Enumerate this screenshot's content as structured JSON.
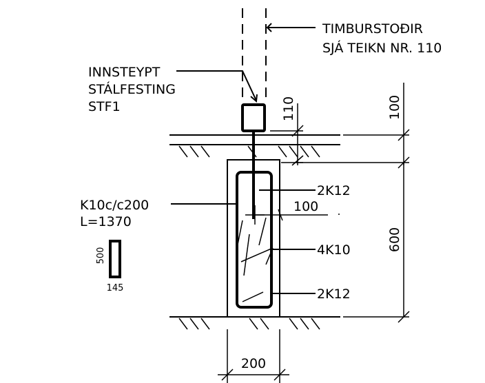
{
  "labels": {
    "post_line1": "TIMBURSTOÐIR",
    "post_line2": "SJÁ TEIKN NR. 110",
    "fixing_line1": "INNSTEYPT",
    "fixing_line2": "STÁLFESTING",
    "fixing_line3": "STF1",
    "stirrup_line1": "K10c/c200",
    "stirrup_line2": "L=1370",
    "rebar_top": "2K12",
    "rebar_mid": "4K10",
    "rebar_bottom": "2K12",
    "stirrup_height": "500",
    "stirrup_width": "145"
  },
  "dimensions": {
    "embed_depth": "110",
    "top_to_ground": "100",
    "footing_height": "600",
    "center_offset": "100",
    "footing_width": "200"
  }
}
